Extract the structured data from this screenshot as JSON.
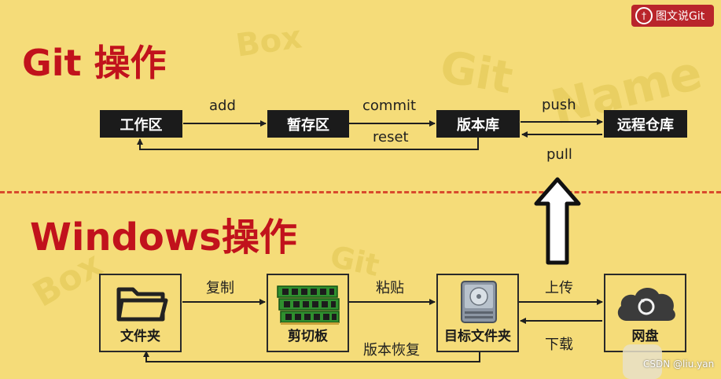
{
  "logo": {
    "mark": "†",
    "text": "图文说Git"
  },
  "git": {
    "title": "Git 操作",
    "boxes": [
      "工作区",
      "暂存区",
      "版本库",
      "远程仓库"
    ],
    "labels": {
      "add": "add",
      "commit": "commit",
      "reset": "reset",
      "push": "push",
      "pull": "pull"
    }
  },
  "windows": {
    "title": "Windows操作",
    "boxes": [
      "文件夹",
      "剪切板",
      "目标文件夹",
      "网盘"
    ],
    "labels": {
      "copy": "复制",
      "paste": "粘贴",
      "restore": "版本恢复",
      "upload": "上传",
      "download": "下载"
    }
  },
  "background_words": [
    "Box",
    "Git",
    "Name",
    "Box",
    "Git"
  ],
  "watermark": "CSDN @liu.yan",
  "colors": {
    "background": "#f5dc79",
    "title_red": "#c1121c",
    "divider": "#d84a2d",
    "box_dark": "#1b1b1b"
  }
}
